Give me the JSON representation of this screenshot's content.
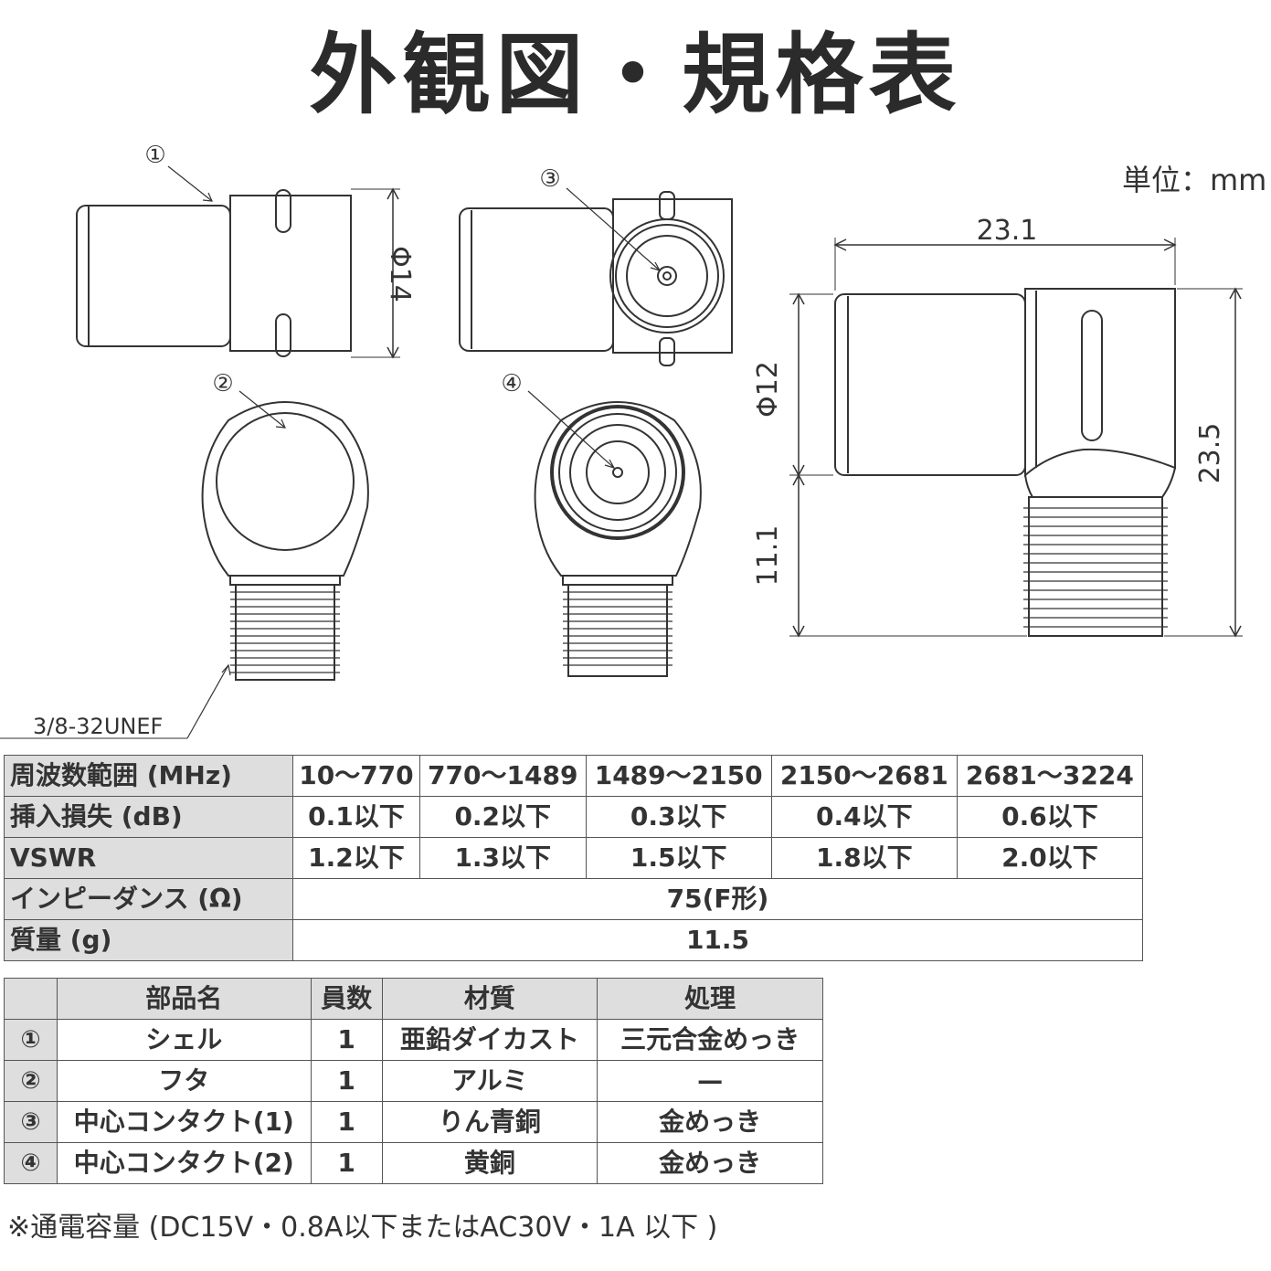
{
  "title": "外観図・規格表",
  "unit": "単位：mm",
  "drawings": {
    "label_1": "①",
    "label_2": "②",
    "label_3": "③",
    "label_4": "④",
    "dim_phi14": "Φ14",
    "dim_phi12": "Φ12",
    "dim_23_1": "23.1",
    "dim_23_5": "23.5",
    "dim_11_1": "11.1",
    "thread_spec": "3/8-32UNEF"
  },
  "spec_table": {
    "rows": [
      {
        "label": "周波数範囲 (MHz)",
        "values": [
          "10～770",
          "770～1489",
          "1489～2150",
          "2150～2681",
          "2681～3224"
        ]
      },
      {
        "label": "挿入損失 (dB)",
        "values": [
          "0.1以下",
          "0.2以下",
          "0.3以下",
          "0.4以下",
          "0.6以下"
        ]
      },
      {
        "label": "VSWR",
        "values": [
          "1.2以下",
          "1.3以下",
          "1.5以下",
          "1.8以下",
          "2.0以下"
        ]
      },
      {
        "label": "インピーダンス (Ω)",
        "span_value": "75(F形)"
      },
      {
        "label": "質量 (g)",
        "span_value": "11.5"
      }
    ]
  },
  "parts_table": {
    "headers": [
      "",
      "部品名",
      "員数",
      "材質",
      "処理"
    ],
    "rows": [
      [
        "①",
        "シェル",
        "1",
        "亜鉛ダイカスト",
        "三元合金めっき"
      ],
      [
        "②",
        "フタ",
        "1",
        "アルミ",
        "—"
      ],
      [
        "③",
        "中心コンタクト(1)",
        "1",
        "りん青銅",
        "金めっき"
      ],
      [
        "④",
        "中心コンタクト(2)",
        "1",
        "黄銅",
        "金めっき"
      ]
    ]
  },
  "note": "※通電容量 (DC15V・0.8A以下またはAC30V・1A 以下 )"
}
